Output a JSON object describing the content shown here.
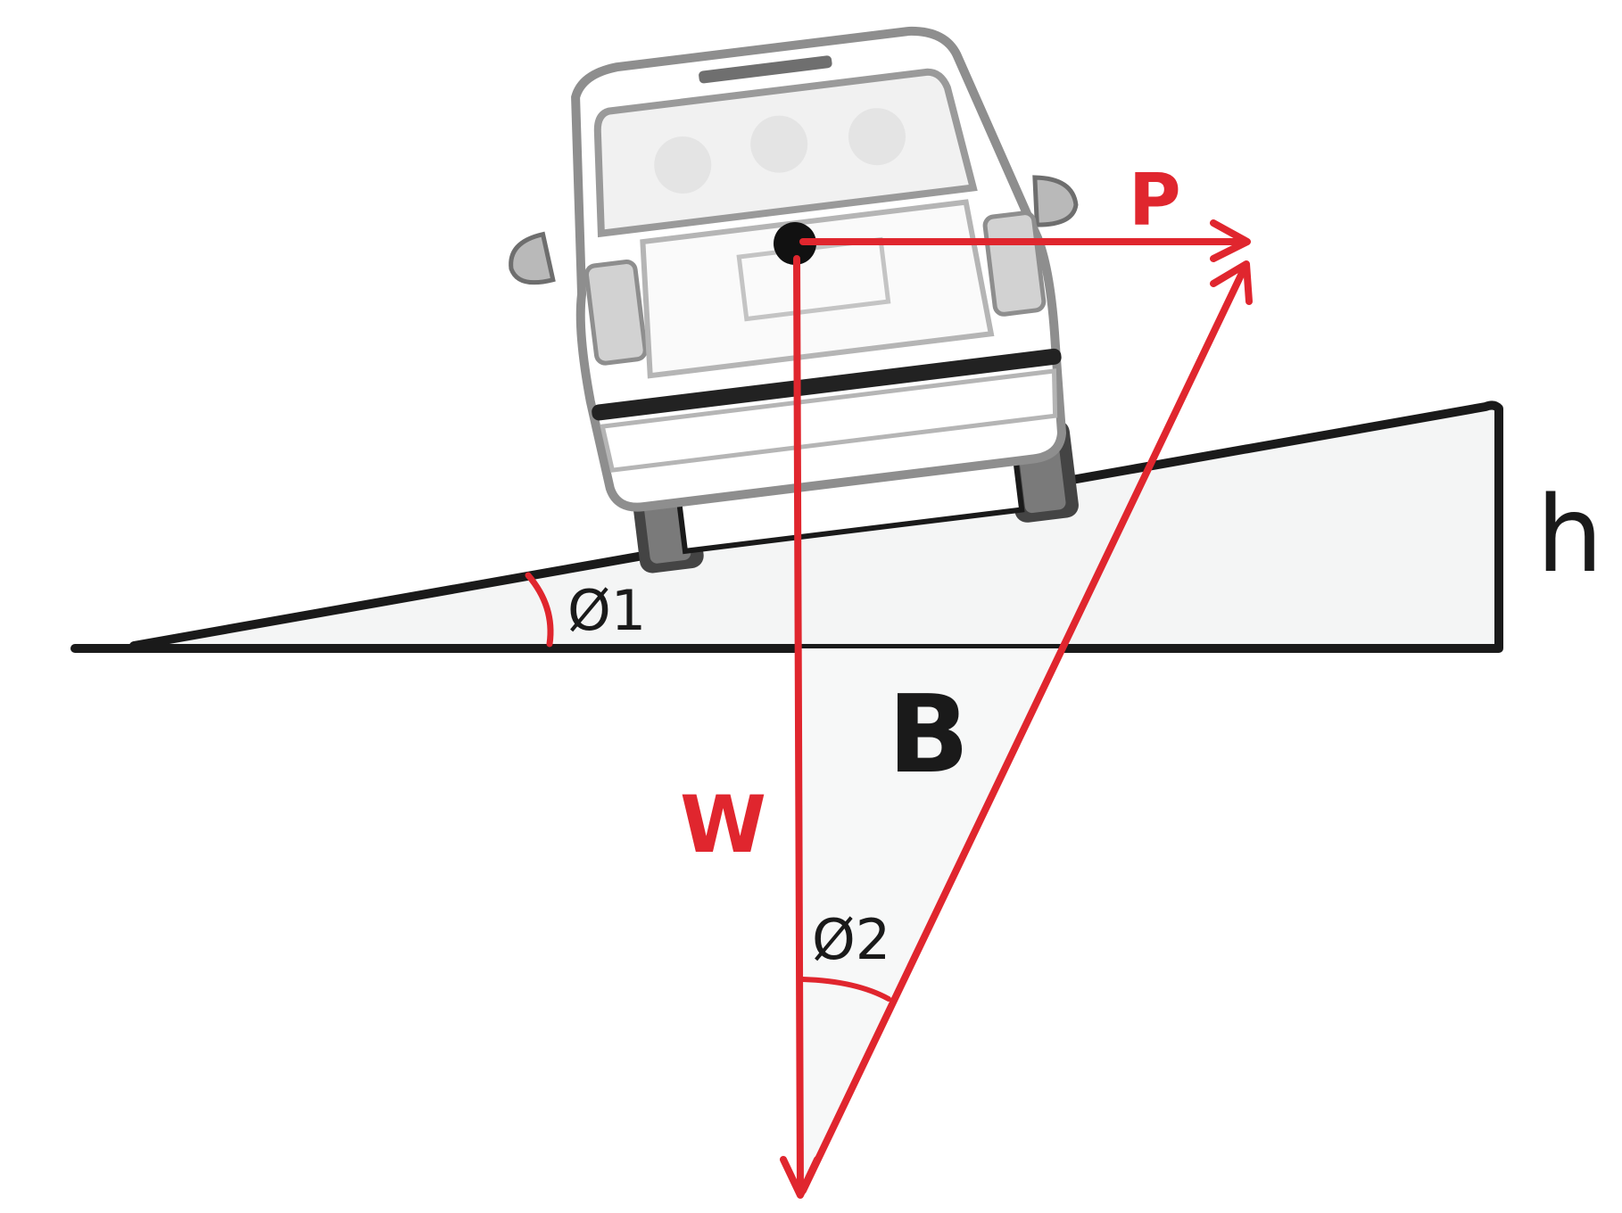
{
  "labels": {
    "force_p": "P",
    "force_w": "W",
    "resultant_b": "B",
    "height_h": "h",
    "angle_1": "Ø1",
    "angle_2": "Ø2"
  },
  "colors": {
    "vector_red": "#e0262e",
    "ink_black": "#1a1a1a",
    "car_grey": "#8e8e8e"
  }
}
